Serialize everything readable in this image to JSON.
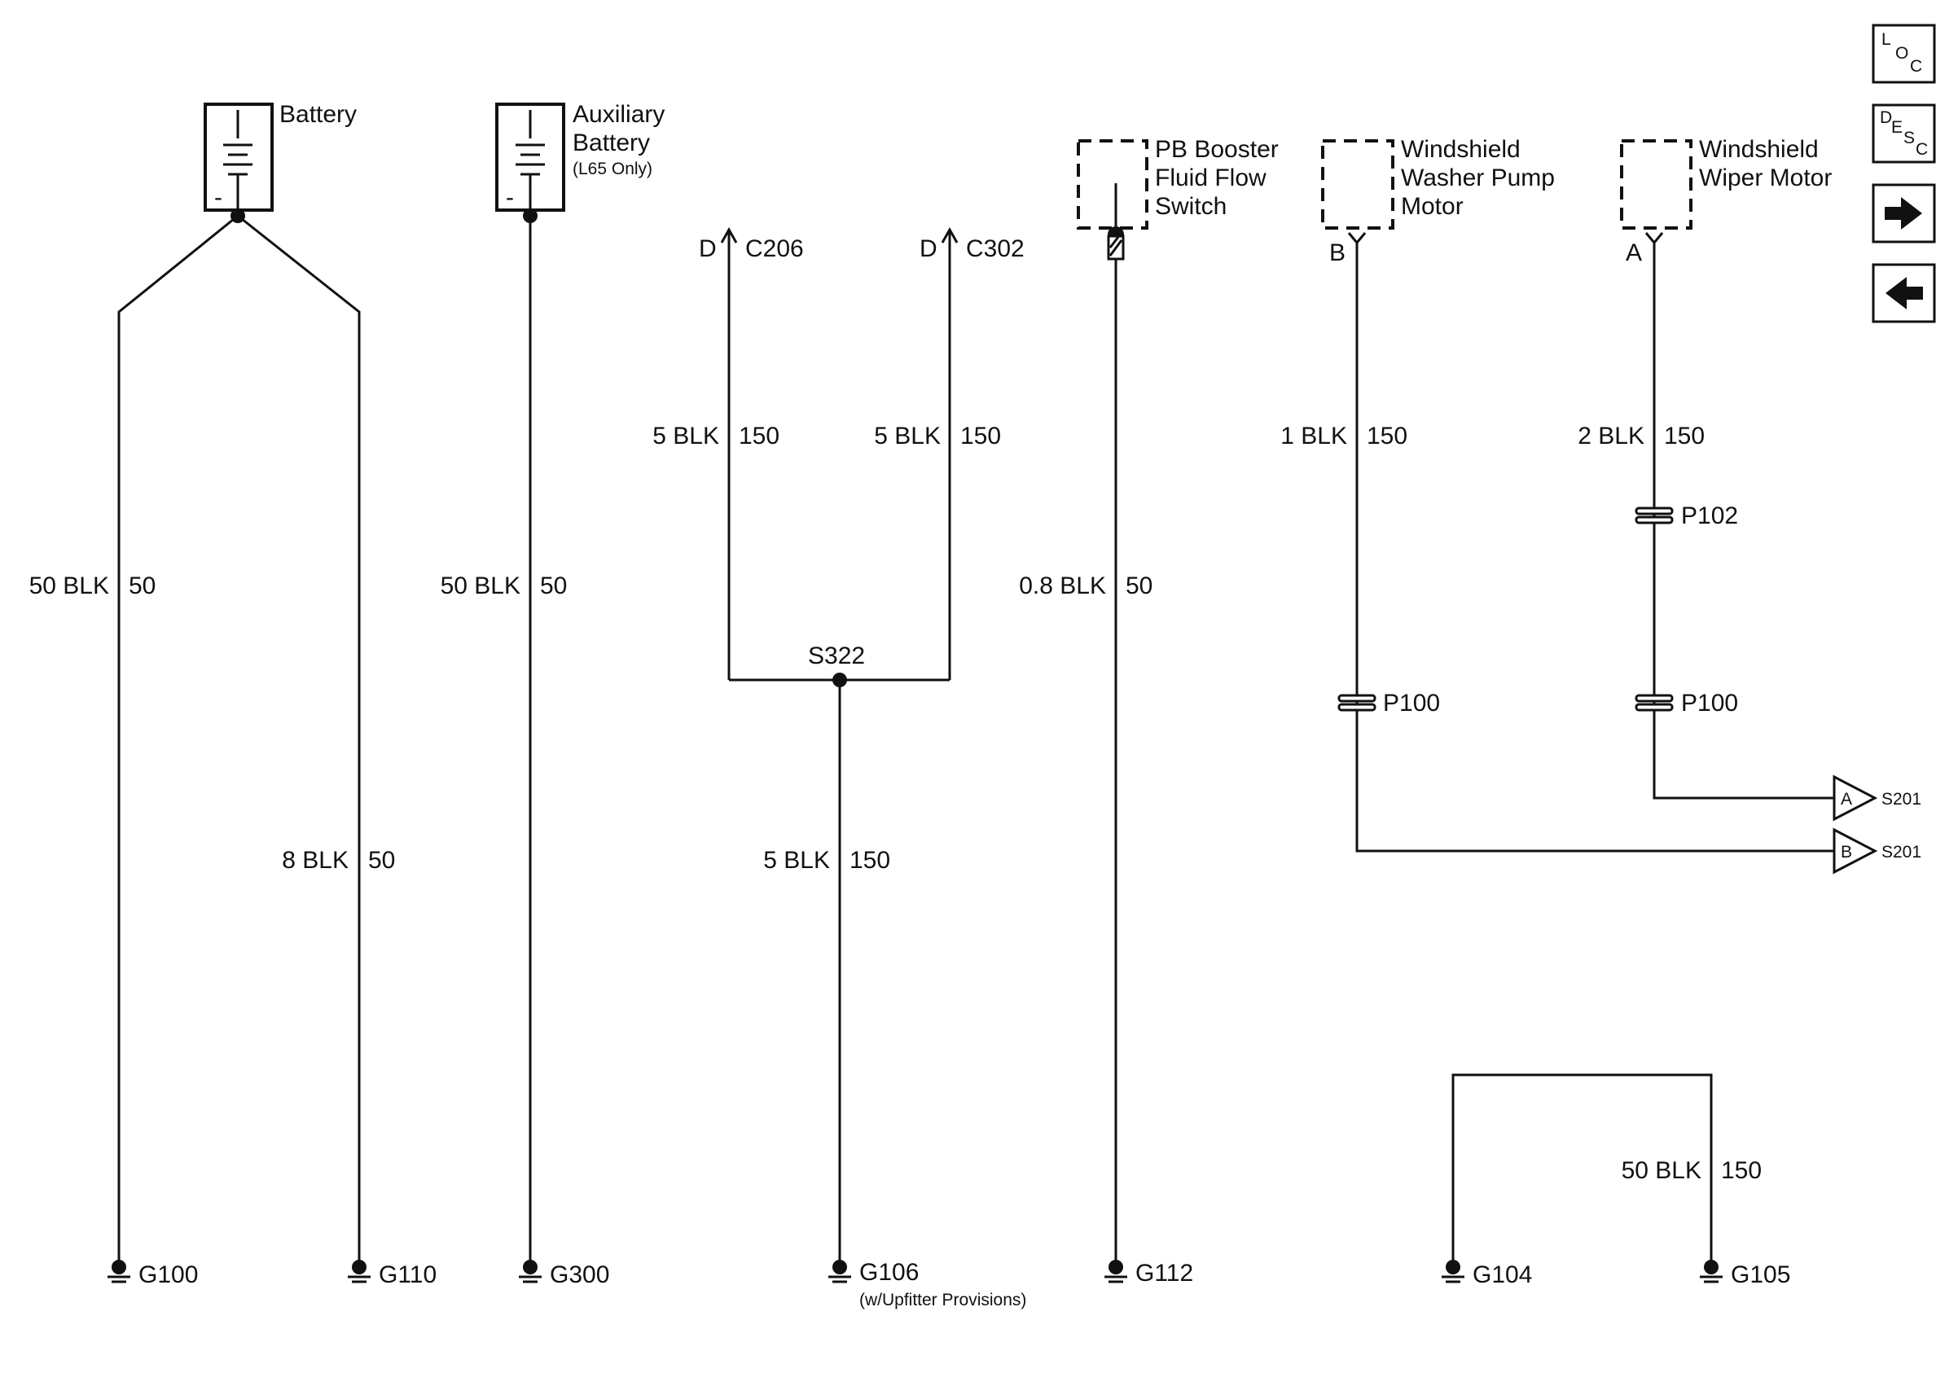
{
  "components": {
    "battery": {
      "label": "Battery",
      "neg": "-"
    },
    "aux_battery": {
      "label1": "Auxiliary",
      "label2": "Battery",
      "note": "(L65 Only)",
      "neg": "-"
    },
    "pb_switch": {
      "line1": "PB Booster",
      "line2": "Fluid Flow",
      "line3": "Switch"
    },
    "washer": {
      "line1": "Windshield",
      "line2": "Washer Pump",
      "line3": "Motor",
      "pin": "B"
    },
    "wiper": {
      "line1": "Windshield",
      "line2": "Wiper Motor",
      "pin": "A"
    }
  },
  "connectors": {
    "c206": {
      "pin": "D",
      "name": "C206"
    },
    "c302": {
      "pin": "D",
      "name": "C302"
    }
  },
  "splice": {
    "name": "S322"
  },
  "inline": {
    "p102": "P102",
    "p100_a": "P100",
    "p100_b": "P100"
  },
  "offpage": {
    "a": {
      "letter": "A",
      "name": "S201"
    },
    "b": {
      "letter": "B",
      "name": "S201"
    }
  },
  "wires": {
    "w1": {
      "spec": "50 BLK",
      "circuit": "50"
    },
    "w2": {
      "spec": "8 BLK",
      "circuit": "50"
    },
    "w3": {
      "spec": "50 BLK",
      "circuit": "50"
    },
    "w4": {
      "spec": "5 BLK",
      "circuit": "150"
    },
    "w5": {
      "spec": "5 BLK",
      "circuit": "150"
    },
    "w6": {
      "spec": "5 BLK",
      "circuit": "150"
    },
    "w7": {
      "spec": "0.8 BLK",
      "circuit": "50"
    },
    "w8": {
      "spec": "1 BLK",
      "circuit": "150"
    },
    "w9": {
      "spec": "2 BLK",
      "circuit": "150"
    },
    "w10": {
      "spec": "50 BLK",
      "circuit": "150"
    }
  },
  "grounds": {
    "g100": "G100",
    "g110": "G110",
    "g300": "G300",
    "g106": "G106",
    "g106_note": "(w/Upfitter Provisions)",
    "g112": "G112",
    "g104": "G104",
    "g105": "G105"
  },
  "nav": {
    "loc": {
      "a": "L",
      "b": "O",
      "c": "C"
    },
    "desc": {
      "a": "D",
      "b": "E",
      "c": "S",
      "d": "C"
    },
    "forward_icon": "right-arrow-icon",
    "back_icon": "left-arrow-icon"
  }
}
